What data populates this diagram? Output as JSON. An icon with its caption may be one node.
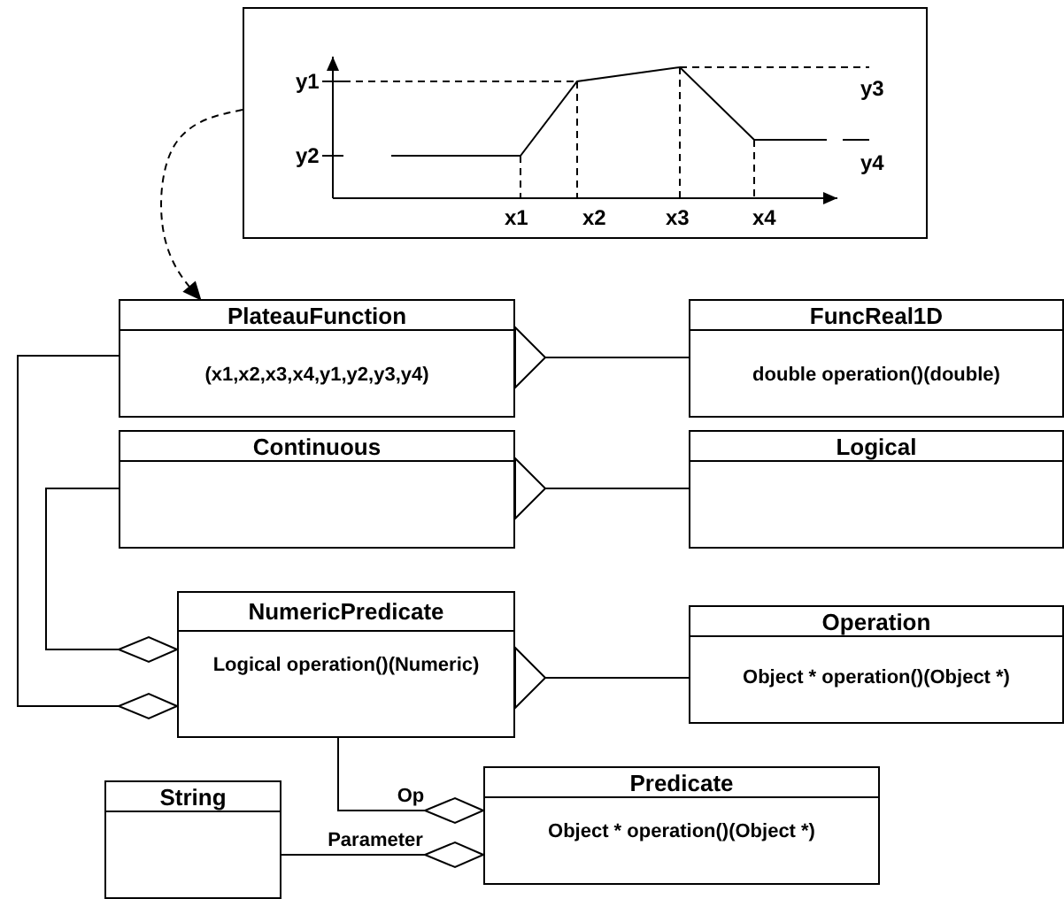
{
  "diagram": {
    "nodes": [
      {
        "text": [],
        "shape": "picture"
      },
      {
        "text": [
          "PlateauFunction",
          "(x1,x2,x3,x4,y1,y2,y3,y4)"
        ]
      },
      {
        "text": [
          "FuncReal1D",
          "double operation()(double)"
        ]
      },
      {
        "text": [
          "Continuous"
        ]
      },
      {
        "text": [
          "Logical"
        ]
      },
      {
        "text": [
          "NumericPredicate",
          "Logical operation()(Numeric)"
        ]
      },
      {
        "text": [
          "Operation",
          "Object * operation()(Object *)"
        ]
      },
      {
        "text": [
          "String"
        ]
      },
      {
        "text": [
          "Predicate",
          "Object * operation()(Object *)"
        ]
      }
    ],
    "edges": [
      {
        "from": 0,
        "to": 1,
        "arrow": "to",
        "style": "dashed"
      },
      {
        "from": 2,
        "to": 1,
        "arrow": "other"
      },
      {
        "from": 1,
        "to": 5,
        "arrow": "other"
      },
      {
        "from": 4,
        "to": 3,
        "arrow": "other"
      },
      {
        "from": 3,
        "to": 5,
        "arrow": "other"
      },
      {
        "from": 6,
        "to": 5,
        "arrow": "other"
      },
      {
        "from": 5,
        "to": 8,
        "arrow": "other",
        "label": "Op"
      },
      {
        "from": 7,
        "to": 8,
        "arrow": "other",
        "label": "Parameter"
      }
    ],
    "labels": [
      "y1",
      "y3",
      "y2",
      "y4",
      "x1",
      "x2",
      "x3",
      "x4"
    ]
  }
}
